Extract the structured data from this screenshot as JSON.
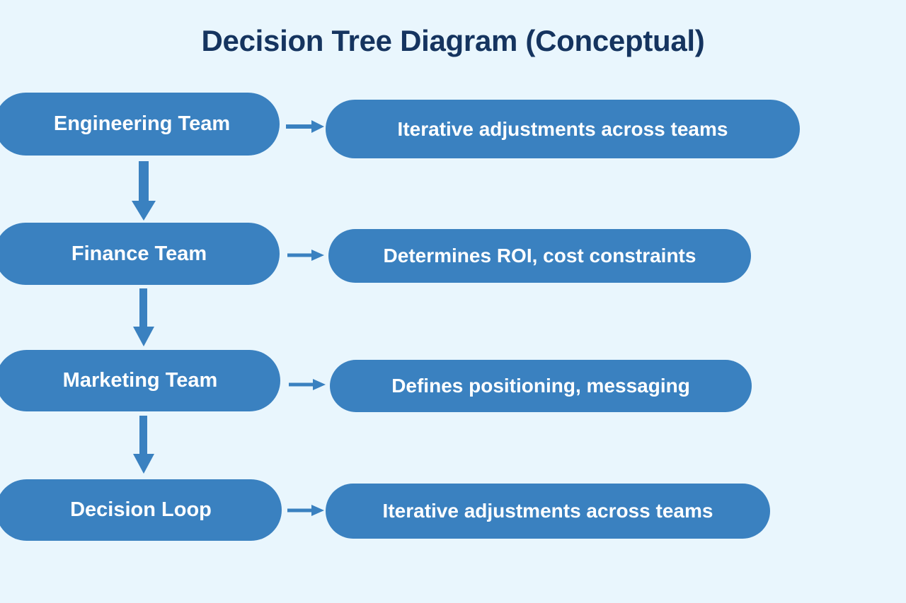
{
  "title": "Decision Tree Diagram (Conceptual)",
  "colors": {
    "background": "#e9f6fd",
    "pill_fill": "#3a81c0",
    "pill_text": "#ffffff",
    "title_text": "#15345f",
    "arrow": "#3a81c0"
  },
  "diagram": {
    "type": "flow",
    "orientation": "vertical-chain-with-side-annotations",
    "rows": [
      {
        "node": "Engineering Team",
        "detail": "Iterative adjustments across teams",
        "connector_to_detail": "arrow-right",
        "connector_to_next": "arrow-down"
      },
      {
        "node": "Finance Team",
        "detail": "Determines ROI, cost constraints",
        "connector_to_detail": "arrow-right",
        "connector_to_next": "arrow-down"
      },
      {
        "node": "Marketing Team",
        "detail": "Defines positioning, messaging",
        "connector_to_detail": "arrow-right",
        "connector_to_next": "arrow-down"
      },
      {
        "node": "Decision Loop",
        "detail": "Iterative adjustments across teams",
        "connector_to_detail": "arrow-right",
        "connector_to_next": null
      }
    ]
  }
}
